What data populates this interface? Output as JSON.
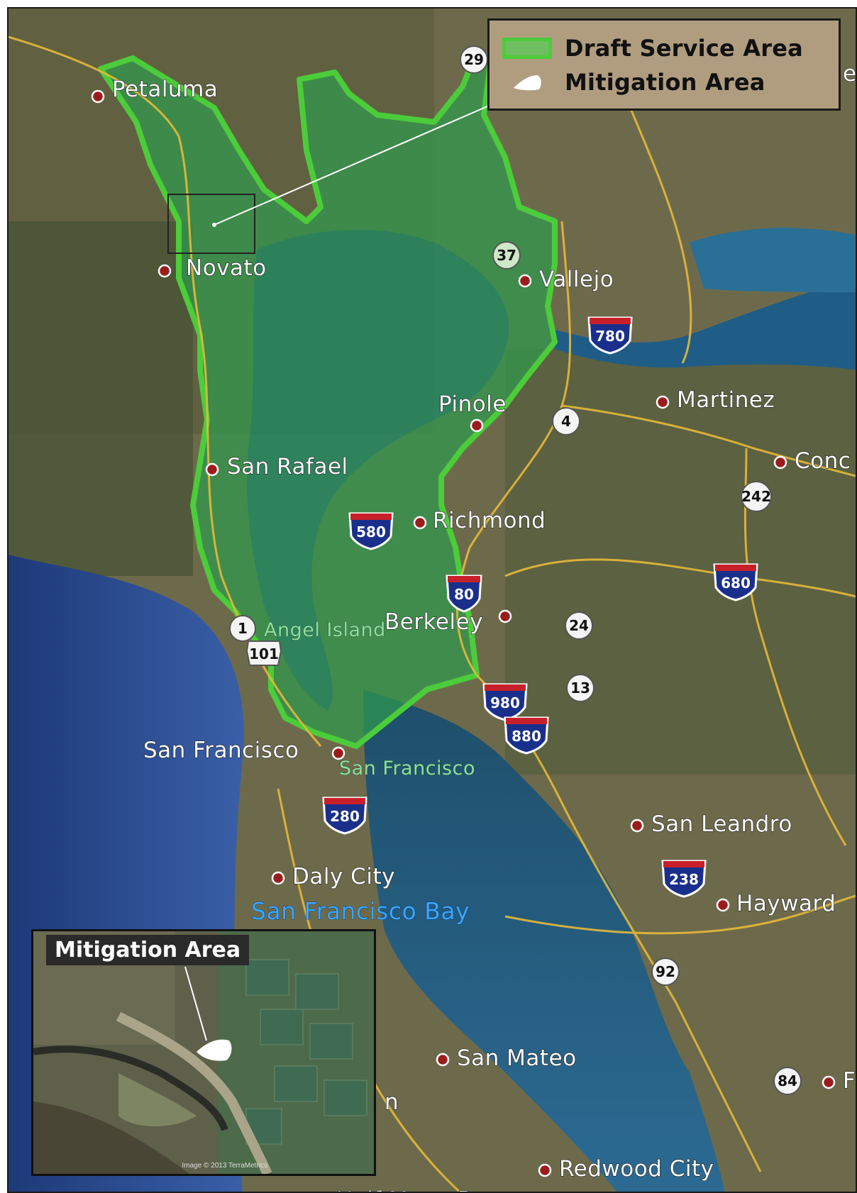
{
  "legend": {
    "service_area_label": "Draft Service Area",
    "mitigation_area_label": "Mitigation Area",
    "service_area_color": "#4ccc3a",
    "mitigation_area_color": "#ffffff"
  },
  "places": {
    "petaluma": "Petaluma",
    "novato": "Novato",
    "vallejo": "Vallejo",
    "martinez": "Martinez",
    "concord": "Conc",
    "pinole": "Pinole",
    "san_rafael": "San Rafael",
    "richmond": "Richmond",
    "angel_island": "Angel Island",
    "berkeley": "Berkeley",
    "san_francisco": "San Francisco",
    "san_francisco_small": "San Francisco",
    "san_leandro": "San Leandro",
    "daly_city": "Daly City",
    "san_francisco_bay": "San Francisco Bay",
    "hayward": "Hayward",
    "san_mateo": "San Mateo",
    "redwood_city": "Redwood City",
    "half_moon_bay": "Half Moon Bay",
    "fremont": "Fr",
    "top_cut": "el",
    "inset_cut": "n"
  },
  "shields": {
    "interstate": [
      "780",
      "580",
      "80",
      "680",
      "980",
      "880",
      "280",
      "238"
    ],
    "state": [
      "29",
      "37",
      "4",
      "242",
      "24",
      "13",
      "1",
      "101",
      "92",
      "84"
    ]
  },
  "inset": {
    "title": "Mitigation Area",
    "credit": "Image © 2013 TerraMetrics"
  }
}
